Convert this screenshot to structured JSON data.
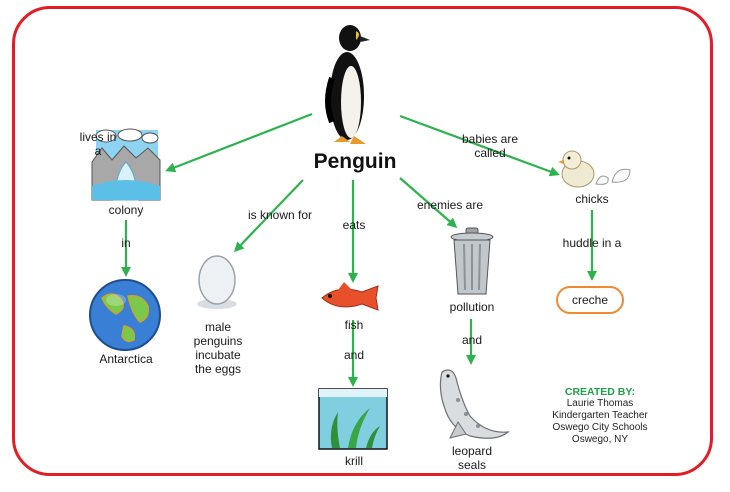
{
  "concept_map": {
    "title": "Penguin",
    "nodes": {
      "colony": "colony",
      "antarctica": "Antarctica",
      "eggs": [
        "male",
        "penguins",
        "incubate",
        "the eggs"
      ],
      "fish": "fish",
      "krill": "krill",
      "pollution": "pollution",
      "leopard_seals": [
        "leopard",
        "seals"
      ],
      "chicks": "chicks",
      "creche": "creche"
    },
    "links": {
      "lives_in": [
        "lives in",
        "a"
      ],
      "in": "in",
      "is_known_for": "is known for",
      "eats": "eats",
      "and_fish": "and",
      "enemies_are": "enemies are",
      "and_pollution": "and",
      "babies_are_called": [
        "babies are",
        "called"
      ],
      "huddle_in_a": "huddle in a"
    }
  },
  "credits": {
    "heading": "CREATED BY:",
    "lines": [
      "Laurie Thomas",
      "Kindergarten Teacher",
      "Oswego City Schools",
      "Oswego, NY"
    ]
  },
  "colors": {
    "frame": "#e21d24",
    "arrow": "#2eb24d",
    "creche_border": "#f08a30",
    "credits_heading": "#1fa04a"
  },
  "icons": [
    "penguin-icon",
    "glacier-icon",
    "globe-icon",
    "egg-icon",
    "fish-icon",
    "krill-icon",
    "trash-can-icon",
    "seal-icon",
    "chick-icon"
  ]
}
